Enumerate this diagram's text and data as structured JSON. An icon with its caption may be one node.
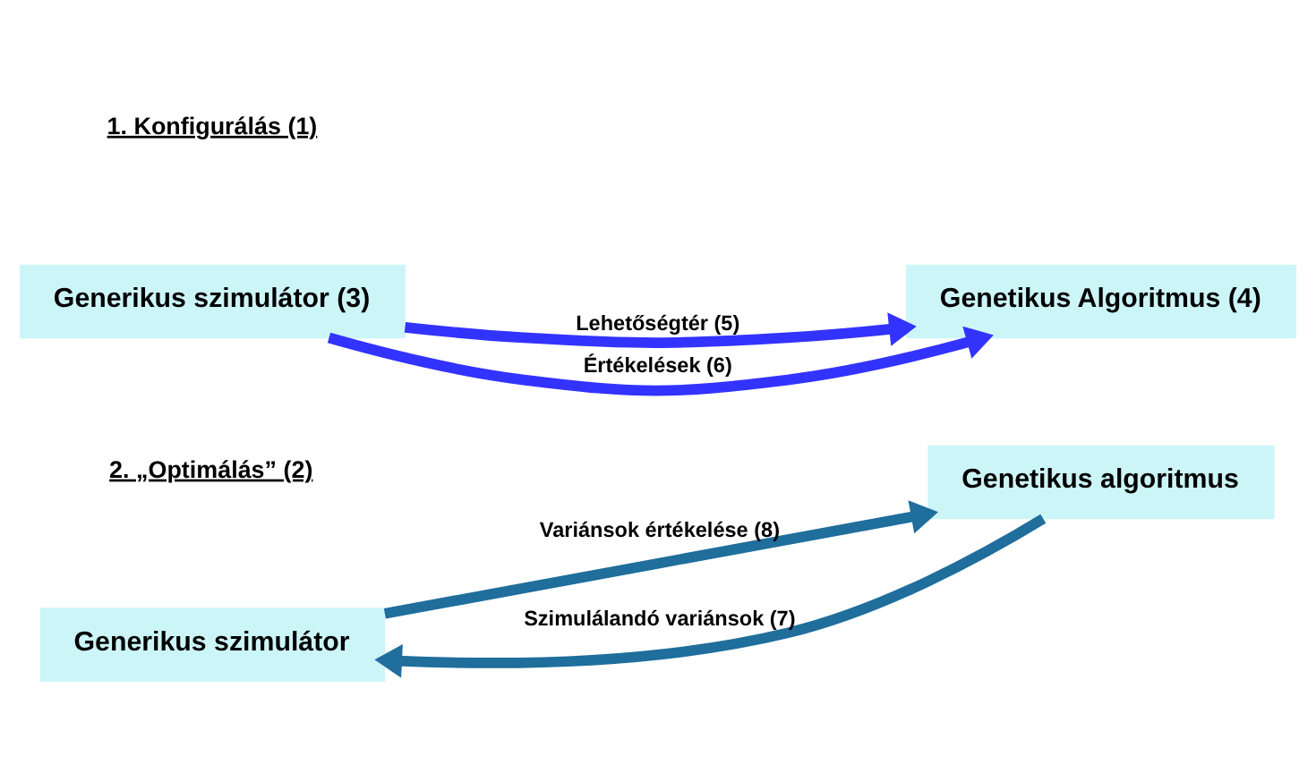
{
  "diagram": {
    "nodes": [
      {
        "text": [
          "Generikus szimulátor (3)"
        ]
      },
      {
        "text": [
          "Genetikus Algoritmus (4)"
        ]
      },
      {
        "text": [
          "Generikus szimulátor"
        ]
      },
      {
        "text": [
          "Genetikus algoritmus"
        ]
      }
    ],
    "edges": [
      {
        "from": 0,
        "to": 1,
        "arrow": "to",
        "label": "Lehetőségtér (5)",
        "color": "#3333ff"
      },
      {
        "from": 0,
        "to": 1,
        "arrow": "to",
        "label": "Értékelések (6)",
        "color": "#3333ff"
      },
      {
        "from": 3,
        "to": 2,
        "arrow": "to",
        "label": "Szimulálandó variánsok (7)",
        "color": "#1f6e9c"
      },
      {
        "from": 2,
        "to": 3,
        "arrow": "to",
        "label": "Variánsok értékelése (8)",
        "color": "#1f6e9c"
      }
    ],
    "labels": [
      "1. Konfigurálás (1)",
      "2. „Optimálás” (2)"
    ]
  }
}
